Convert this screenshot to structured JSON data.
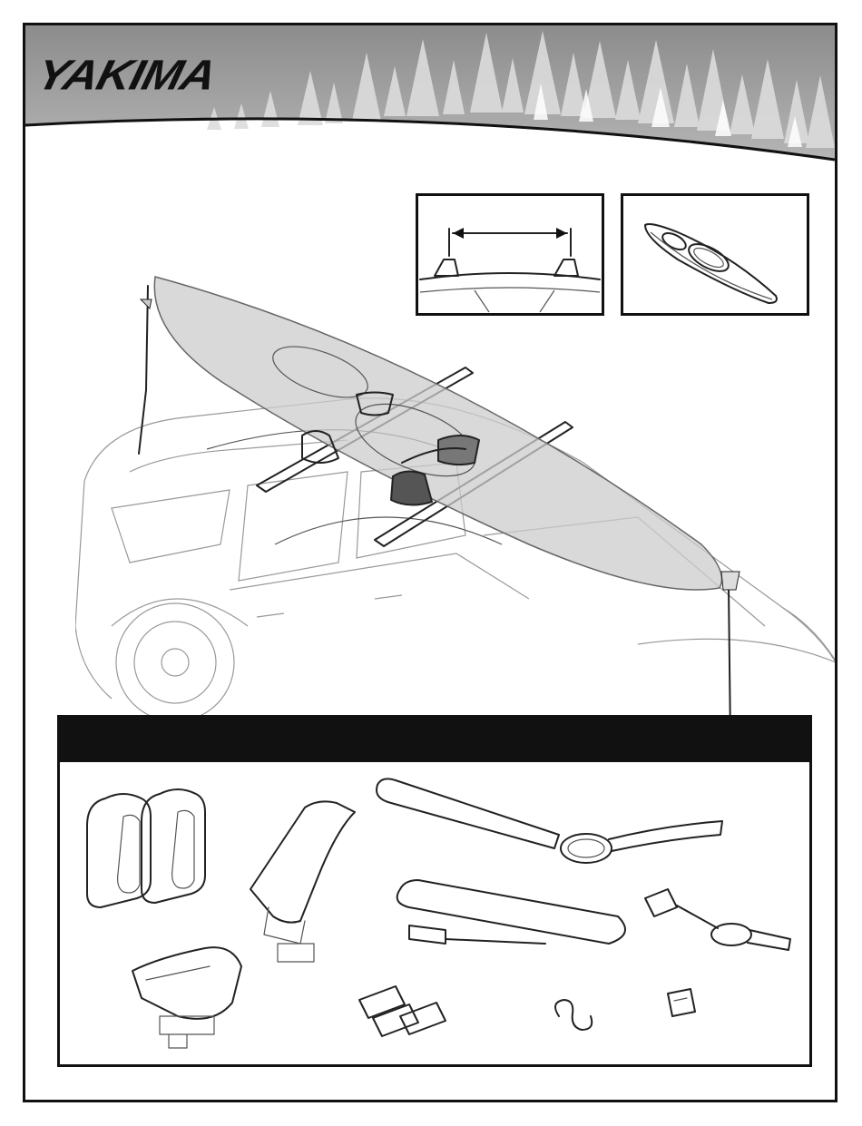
{
  "brand": {
    "logo_text": "YAKIMA"
  },
  "insets": {
    "measurement": {
      "icon": "crossbar-spread-diagram"
    },
    "kayak": {
      "icon": "kayak-icon"
    }
  },
  "illustration": {
    "subject": "kayak-on-suv-roof-rack"
  },
  "parts": {
    "header_text": ""
  },
  "colors": {
    "frame": "#111111",
    "banner_gray": "#9a9a9a",
    "kayak_fill": "#cccccc"
  }
}
